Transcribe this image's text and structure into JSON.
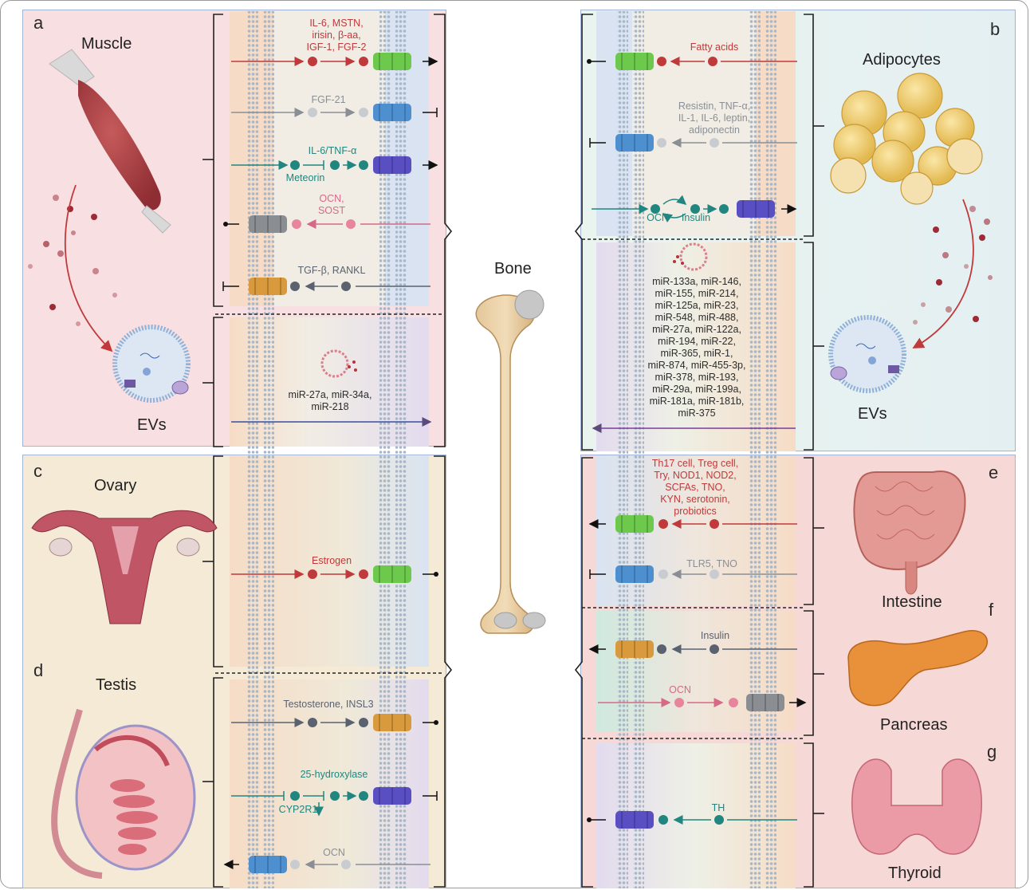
{
  "panels": {
    "a": {
      "letter": "a",
      "organ": "Muscle",
      "ev": "EVs",
      "factors": [
        "IL-6, MSTN,",
        "irisin, β-aa,",
        "IGF-1, FGF-2"
      ],
      "fgf": "FGF-21",
      "il6": "IL-6/TNF-α",
      "meteorin": "Meteorin",
      "ocn": [
        "OCN,",
        "SOST"
      ],
      "tgf": "TGF-β, RANKL",
      "mirna": [
        "miR-27a, miR-34a,",
        "miR-218"
      ]
    },
    "b": {
      "letter": "b",
      "organ": "Adipocytes",
      "ev": "EVs",
      "fatty": "Fatty acids",
      "resistin": [
        "Resistin, TNF-α,",
        "IL-1, IL-6, leptin,",
        "adiponectin"
      ],
      "ocn": "OCN",
      "insulin": "Insulin",
      "mirna": [
        "miR-133a, miR-146,",
        "miR-155, miR-214,",
        "miR-125a, miR-23,",
        "miR-548, miR-488,",
        "miR-27a, miR-122a,",
        "miR-194, miR-22,",
        "miR-365, miR-1,",
        "miR-874, miR-455-3p,",
        "miR-378, miR-193,",
        "miR-29a, miR-199a,",
        "miR-181a, miR-181b,",
        "miR-375"
      ]
    },
    "c": {
      "letter": "c",
      "organ": "Ovary",
      "estrogen": "Estrogen"
    },
    "d": {
      "letter": "d",
      "organ": "Testis",
      "testo": "Testosterone, INSL3",
      "hydroxylase": "25-hydroxylase",
      "cyp": "CYP2R1",
      "ocn": "OCN"
    },
    "e": {
      "letter": "e",
      "organ": "Intestine",
      "factors": [
        "Th17 cell, Treg cell,",
        "Try, NOD1, NOD2,",
        "SCFAs, TNO,",
        "KYN, serotonin,",
        "probiotics"
      ],
      "tlr": "TLR5, TNO"
    },
    "f": {
      "letter": "f",
      "organ": "Pancreas",
      "insulin": "Insulin",
      "ocn": "OCN"
    },
    "g": {
      "letter": "g",
      "organ": "Thyroid",
      "th": "TH"
    }
  },
  "center": {
    "label": "Bone"
  },
  "colors": {
    "red": "#c0393b",
    "grey": "#8a8f96",
    "teal": "#20867f",
    "pink": "#d66a86",
    "dark_grey": "#5a6270",
    "purple": "#5b4b7d"
  }
}
